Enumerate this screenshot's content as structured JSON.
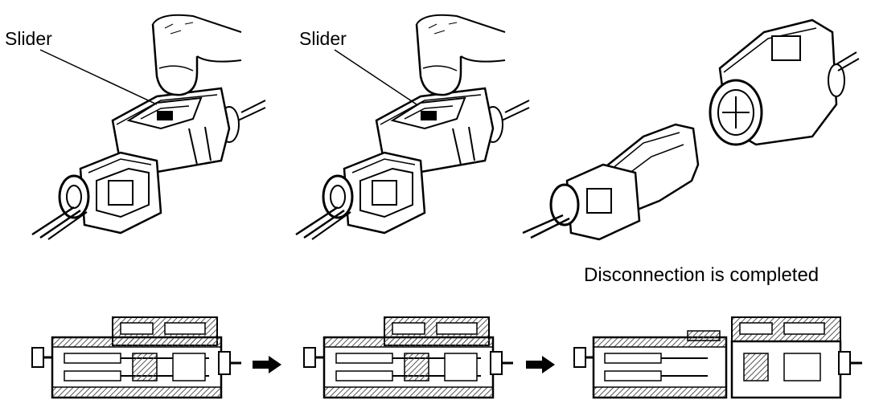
{
  "labels": {
    "slider_left": "Slider",
    "slider_middle": "Slider",
    "disconnection_done": "Disconnection is completed"
  },
  "colors": {
    "ink": "#000000",
    "paper": "#ffffff",
    "hatch": "#555555"
  },
  "icons": [
    "finger-icon",
    "connector-icon",
    "arrow-right-icon"
  ]
}
